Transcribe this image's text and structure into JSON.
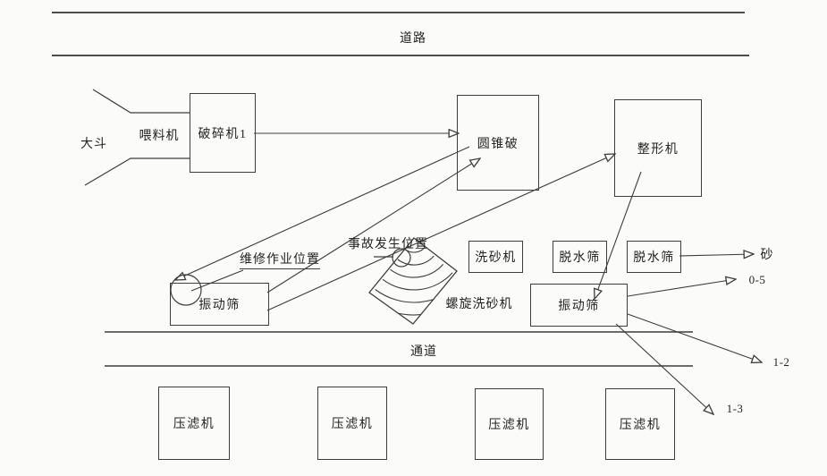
{
  "labels": {
    "road": "道路",
    "corridor": "通道",
    "hopper": "大斗",
    "feeder": "喂料机",
    "crusher1": "破碎机1",
    "cone_crusher": "圆锥破",
    "shaper": "整形机",
    "vibrating_screen_left": "振动筛",
    "sand_washer": "洗砂机",
    "dewatering_screen_1": "脱水筛",
    "dewatering_screen_2": "脱水筛",
    "vibrating_screen_right": "振动筛",
    "filter_press_1": "压滤机",
    "filter_press_2": "压滤机",
    "filter_press_3": "压滤机",
    "filter_press_4": "压滤机",
    "spiral_sand_washer": "螺旋洗砂机",
    "maintenance_position": "维修作业位置",
    "accident_position": "事故发生位置",
    "out_sand": "砂",
    "out_0_5": "0-5",
    "out_1_2": "1-2",
    "out_1_3": "1-3"
  },
  "colors": {
    "line": "#3d3d3d",
    "background": "#fbfbf9",
    "text": "#232323"
  }
}
